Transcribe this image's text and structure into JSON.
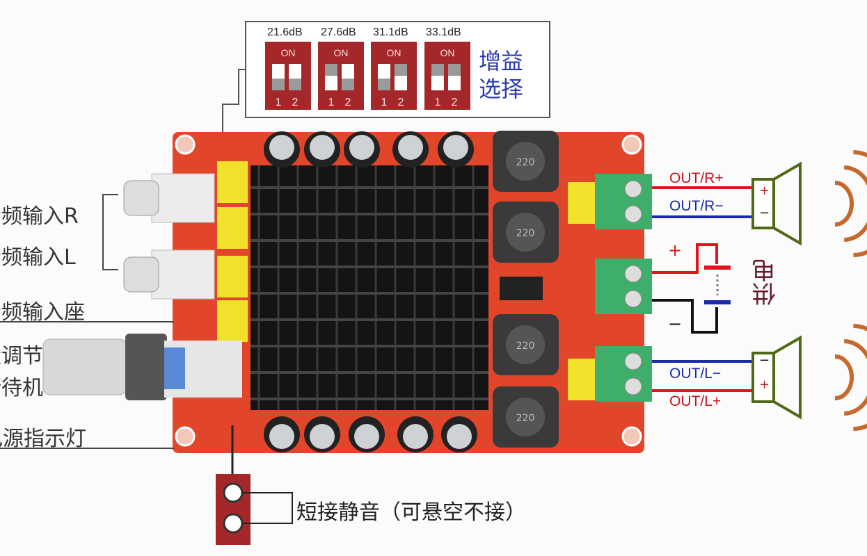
{
  "gain_box": {
    "title_line1": "增益",
    "title_line2": "选择",
    "switches": [
      {
        "gain": "21.6dB",
        "on": "ON",
        "pos1": "off",
        "pos2": "off",
        "num1": "1",
        "num2": "2"
      },
      {
        "gain": "27.6dB",
        "on": "ON",
        "pos1": "on",
        "pos2": "off",
        "num1": "1",
        "num2": "2"
      },
      {
        "gain": "31.1dB",
        "on": "ON",
        "pos1": "off",
        "pos2": "on",
        "num1": "1",
        "num2": "2"
      },
      {
        "gain": "33.1dB",
        "on": "ON",
        "pos1": "on",
        "pos2": "on",
        "num1": "1",
        "num2": "2"
      }
    ]
  },
  "left_labels": {
    "input_r": "音频输入R",
    "input_l": "音频输入L",
    "input_jack": "音频输入座",
    "volume": "音量调节",
    "standby": "关断待机",
    "power_led": "电源指示灯"
  },
  "right_labels": {
    "out_r_plus": "OUT/R+",
    "out_r_minus": "OUT/R−",
    "out_l_minus": "OUT/L−",
    "out_l_plus": "OUT/L+",
    "power": "供电",
    "plus": "+",
    "minus": "−",
    "spk_plus": "+",
    "spk_minus": "−"
  },
  "bottom_label": "短接静音（可悬空不接）",
  "inductor_marking": "220",
  "colors": {
    "board": "#e2462a",
    "heatsink": "#141414",
    "terminal": "#3fae6a",
    "speaker": "#4f6a14",
    "wave": "#c56a2c",
    "red_wire": "#e0141c",
    "blue_wire": "#1a2aa8",
    "gain_text": "#2a3bb0",
    "dip": "#a4282a"
  }
}
